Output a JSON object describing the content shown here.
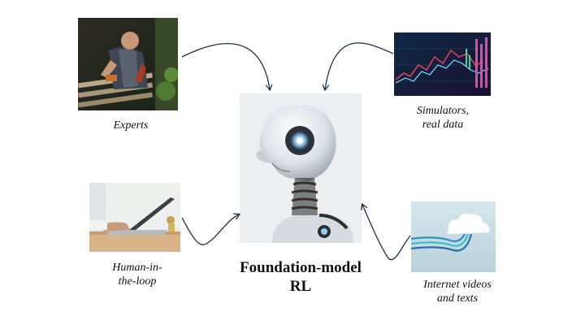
{
  "center": {
    "title_line1": "Foundation-model",
    "title_line2": "RL",
    "image_icon": "robot-head-image"
  },
  "sources": [
    {
      "id": "experts",
      "lines": [
        "Experts"
      ],
      "image_icon": "person-working-photo"
    },
    {
      "id": "simulators",
      "lines": [
        "Simulators,",
        "real data"
      ],
      "image_icon": "market-chart-screen-photo"
    },
    {
      "id": "human",
      "lines": [
        "Human-in-",
        "the-loop"
      ],
      "image_icon": "hands-on-laptop-photo"
    },
    {
      "id": "internet",
      "lines": [
        "Internet videos",
        "and texts"
      ],
      "image_icon": "cloud-with-cables-image"
    }
  ],
  "colors": {
    "arrow": "#1f3147",
    "text": "#111111"
  }
}
